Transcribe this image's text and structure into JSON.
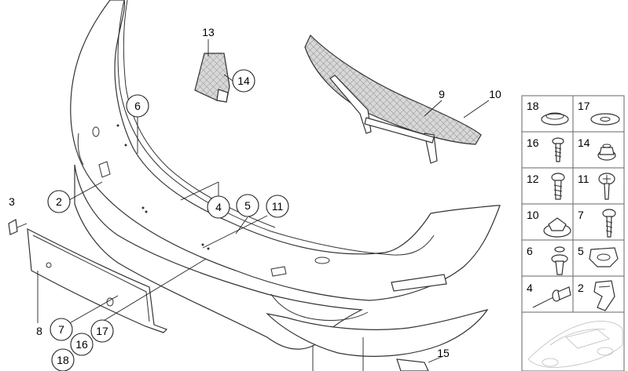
{
  "callouts": {
    "c2": "2",
    "c3": "3",
    "c4": "4",
    "c5": "5",
    "c6": "6",
    "c7": "7",
    "c8": "8",
    "c9": "9",
    "c10": "10",
    "c11": "11",
    "c13": "13",
    "c14": "14",
    "c15": "15",
    "c16": "16",
    "c17": "17",
    "c18": "18"
  },
  "panel": {
    "items": [
      {
        "label": "18",
        "icon": "grommet-icon"
      },
      {
        "label": "17",
        "icon": "washer-icon"
      },
      {
        "label": "16",
        "icon": "screw-icon"
      },
      {
        "label": "14",
        "icon": "hex-nut-icon"
      },
      {
        "label": "12",
        "icon": "screw-icon"
      },
      {
        "label": "11",
        "icon": "flanged-screw-icon"
      },
      {
        "label": "10",
        "icon": "clip-nut-icon"
      },
      {
        "label": "7",
        "icon": "self-tapping-screw-icon"
      },
      {
        "label": "6",
        "icon": "expanding-rivet-icon"
      },
      {
        "label": "5",
        "icon": "spring-clip-icon"
      },
      {
        "label": "4",
        "icon": "blind-rivet-icon"
      },
      {
        "label": "2",
        "icon": "bracket-clip-icon"
      }
    ]
  }
}
